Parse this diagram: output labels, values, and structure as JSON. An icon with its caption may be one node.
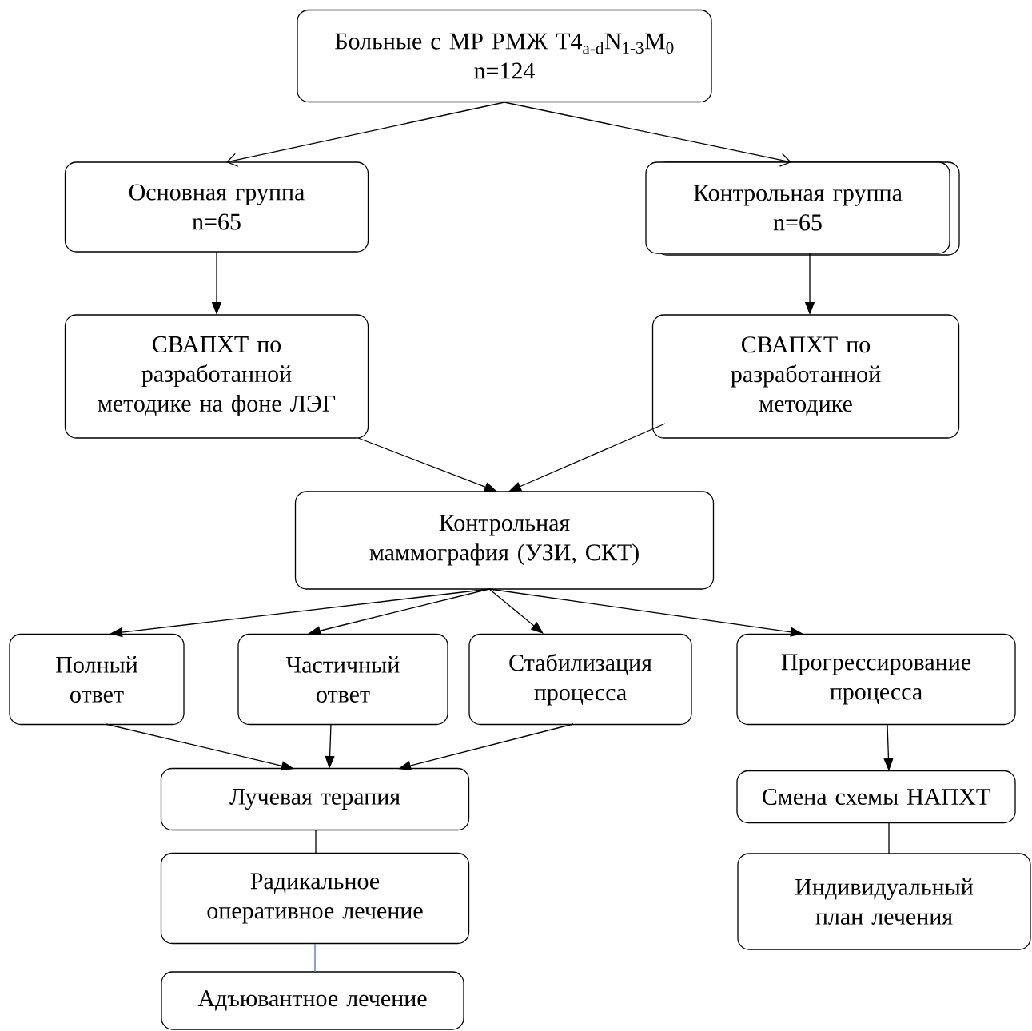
{
  "diagram": {
    "nodes": [
      {
        "text": [
          "Больные с МР РМЖ T4$_{a-d}$N$_{1-3}$M$_{0}$",
          "n=124"
        ]
      },
      {
        "text": [
          "Основная группа",
          "n=65"
        ]
      },
      {
        "text": [
          "Контрольная группа",
          "n=65"
        ]
      },
      {
        "text": [
          "СВАПХТ по разработанной методике на фоне ЛЭГ"
        ]
      },
      {
        "text": [
          "СВАПХТ по разработанной методике"
        ]
      },
      {
        "text": [
          "Контрольная маммография (УЗИ, СКТ)"
        ]
      },
      {
        "text": [
          "Полный ответ"
        ]
      },
      {
        "text": [
          "Частичный ответ"
        ]
      },
      {
        "text": [
          "Стабилизация процесса"
        ]
      },
      {
        "text": [
          "Прогрессирование процесса"
        ]
      },
      {
        "text": [
          "Лучевая терапия"
        ]
      },
      {
        "text": [
          "Радикальное оперативное лечение"
        ]
      },
      {
        "text": [
          "Адъювантное лечение"
        ]
      },
      {
        "text": [
          "Смена схемы НАПХТ"
        ]
      },
      {
        "text": [
          "Индивидуальный план лечения"
        ]
      }
    ],
    "edges": [
      {
        "from": 0,
        "to": 1,
        "arrow": "to"
      },
      {
        "from": 0,
        "to": 2,
        "arrow": "to"
      },
      {
        "from": 1,
        "to": 3,
        "arrow": "to"
      },
      {
        "from": 2,
        "to": 4,
        "arrow": "to"
      },
      {
        "from": 3,
        "to": 5,
        "arrow": "to"
      },
      {
        "from": 4,
        "to": 5,
        "arrow": "to"
      },
      {
        "from": 5,
        "to": 6,
        "arrow": "to"
      },
      {
        "from": 5,
        "to": 7,
        "arrow": "to"
      },
      {
        "from": 5,
        "to": 8,
        "arrow": "to"
      },
      {
        "from": 5,
        "to": 9,
        "arrow": "to"
      },
      {
        "from": 6,
        "to": 10,
        "arrow": "to"
      },
      {
        "from": 7,
        "to": 10,
        "arrow": "to"
      },
      {
        "from": 8,
        "to": 10,
        "arrow": "to"
      },
      {
        "from": 10,
        "to": 11,
        "arrow": "none"
      },
      {
        "from": 11,
        "to": 12,
        "arrow": "none",
        "color": "#4472c4"
      },
      {
        "from": 9,
        "to": 13,
        "arrow": "to"
      },
      {
        "from": 13,
        "to": 14,
        "arrow": "none"
      }
    ]
  }
}
